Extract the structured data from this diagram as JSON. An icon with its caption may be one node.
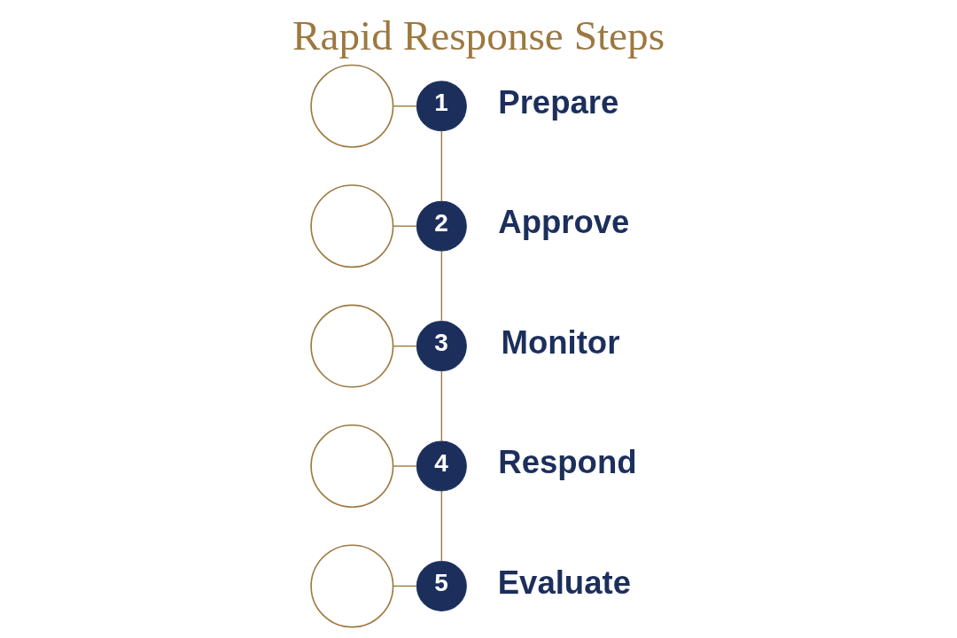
{
  "diagram": {
    "title": "Rapid Response Steps",
    "nodes": [
      {
        "text": [],
        "shape": "circle"
      },
      {
        "text": [
          "1"
        ],
        "beside": [
          "Prepare"
        ]
      },
      {
        "text": [],
        "shape": "circle"
      },
      {
        "text": [
          "2"
        ],
        "beside": [
          "Approve"
        ]
      },
      {
        "text": [],
        "shape": "circle"
      },
      {
        "text": [
          "3"
        ],
        "beside": [
          "Monitor"
        ]
      },
      {
        "text": [],
        "shape": "circle"
      },
      {
        "text": [
          "4"
        ],
        "beside": [
          "Respond"
        ]
      },
      {
        "text": [],
        "shape": "circle"
      },
      {
        "text": [
          "5"
        ],
        "beside": [
          "Evaluate"
        ]
      }
    ],
    "edges": [
      {
        "from": 0,
        "to": 1,
        "arrow": "none"
      },
      {
        "from": 1,
        "to": 3,
        "arrow": "none"
      },
      {
        "from": 2,
        "to": 3,
        "arrow": "none"
      },
      {
        "from": 3,
        "to": 5,
        "arrow": "none"
      },
      {
        "from": 4,
        "to": 5,
        "arrow": "none"
      },
      {
        "from": 5,
        "to": 7,
        "arrow": "none"
      },
      {
        "from": 6,
        "to": 7,
        "arrow": "none"
      },
      {
        "from": 7,
        "to": 9,
        "arrow": "none"
      },
      {
        "from": 8,
        "to": 9,
        "arrow": "none"
      }
    ]
  }
}
